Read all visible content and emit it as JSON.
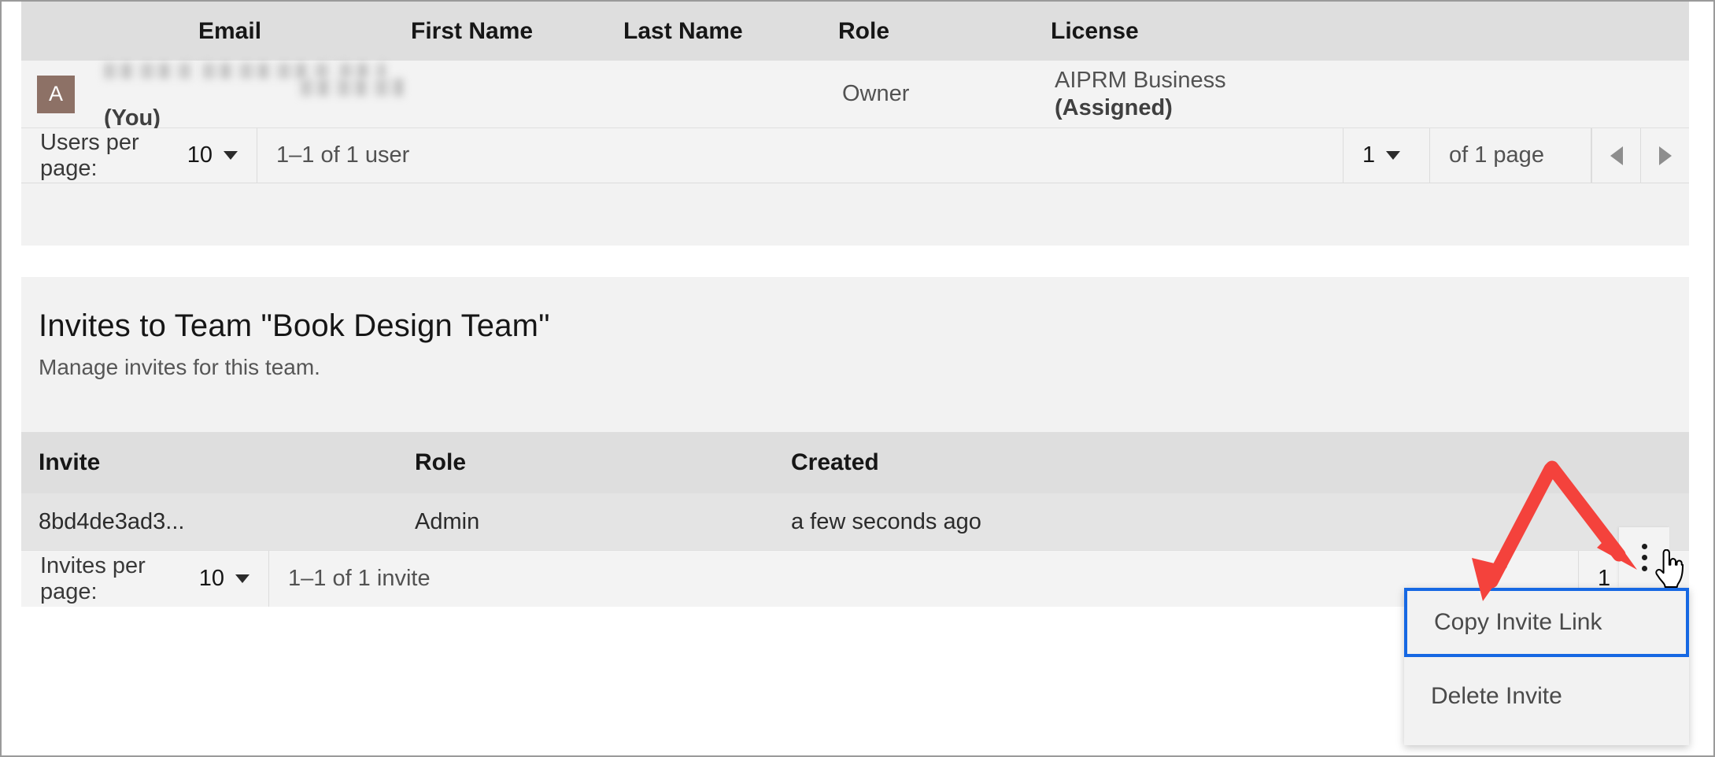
{
  "users_table": {
    "columns": [
      "Email",
      "First Name",
      "Last Name",
      "Role",
      "License"
    ],
    "rows": [
      {
        "avatar_initial": "A",
        "email": "",
        "you_label": "(You)",
        "first_name": "",
        "last_name": "",
        "role": "Owner",
        "license_plan": "AIPRM Business",
        "license_status": "(Assigned)"
      }
    ],
    "pagination": {
      "per_page_label": "Users per page:",
      "per_page_value": "10",
      "range_text": "1–1 of 1 user",
      "page_value": "1",
      "of_pages_text": "of 1 page",
      "prev_icon": "triangle-left-icon",
      "next_icon": "triangle-right-icon"
    }
  },
  "invites_section": {
    "title": "Invites to Team \"Book Design Team\"",
    "subtitle": "Manage invites for this team.",
    "columns": [
      "Invite",
      "Role",
      "Created"
    ],
    "rows": [
      {
        "invite": "8bd4de3ad3...",
        "role": "Admin",
        "created": "a few seconds ago",
        "actions_icon": "kebab-menu-icon"
      }
    ],
    "pagination": {
      "per_page_label": "Invites per page:",
      "per_page_value": "10",
      "range_text": "1–1 of 1 invite",
      "page_value": "1"
    }
  },
  "context_menu": {
    "items": [
      {
        "label": "Copy Invite Link",
        "highlighted": true
      },
      {
        "label": "Delete Invite",
        "highlighted": false
      }
    ],
    "highlight_color": "#1668e3"
  },
  "annotation": {
    "arrow_color": "#f4423c",
    "cursor_icon": "pointing-hand-cursor"
  },
  "colors": {
    "avatar_bg": "#8d7166",
    "header_bg": "#dedede",
    "card_bg": "#f2f2f2",
    "row_bg": "#f3f3f3",
    "invite_row_bg": "#e4e4e4"
  }
}
